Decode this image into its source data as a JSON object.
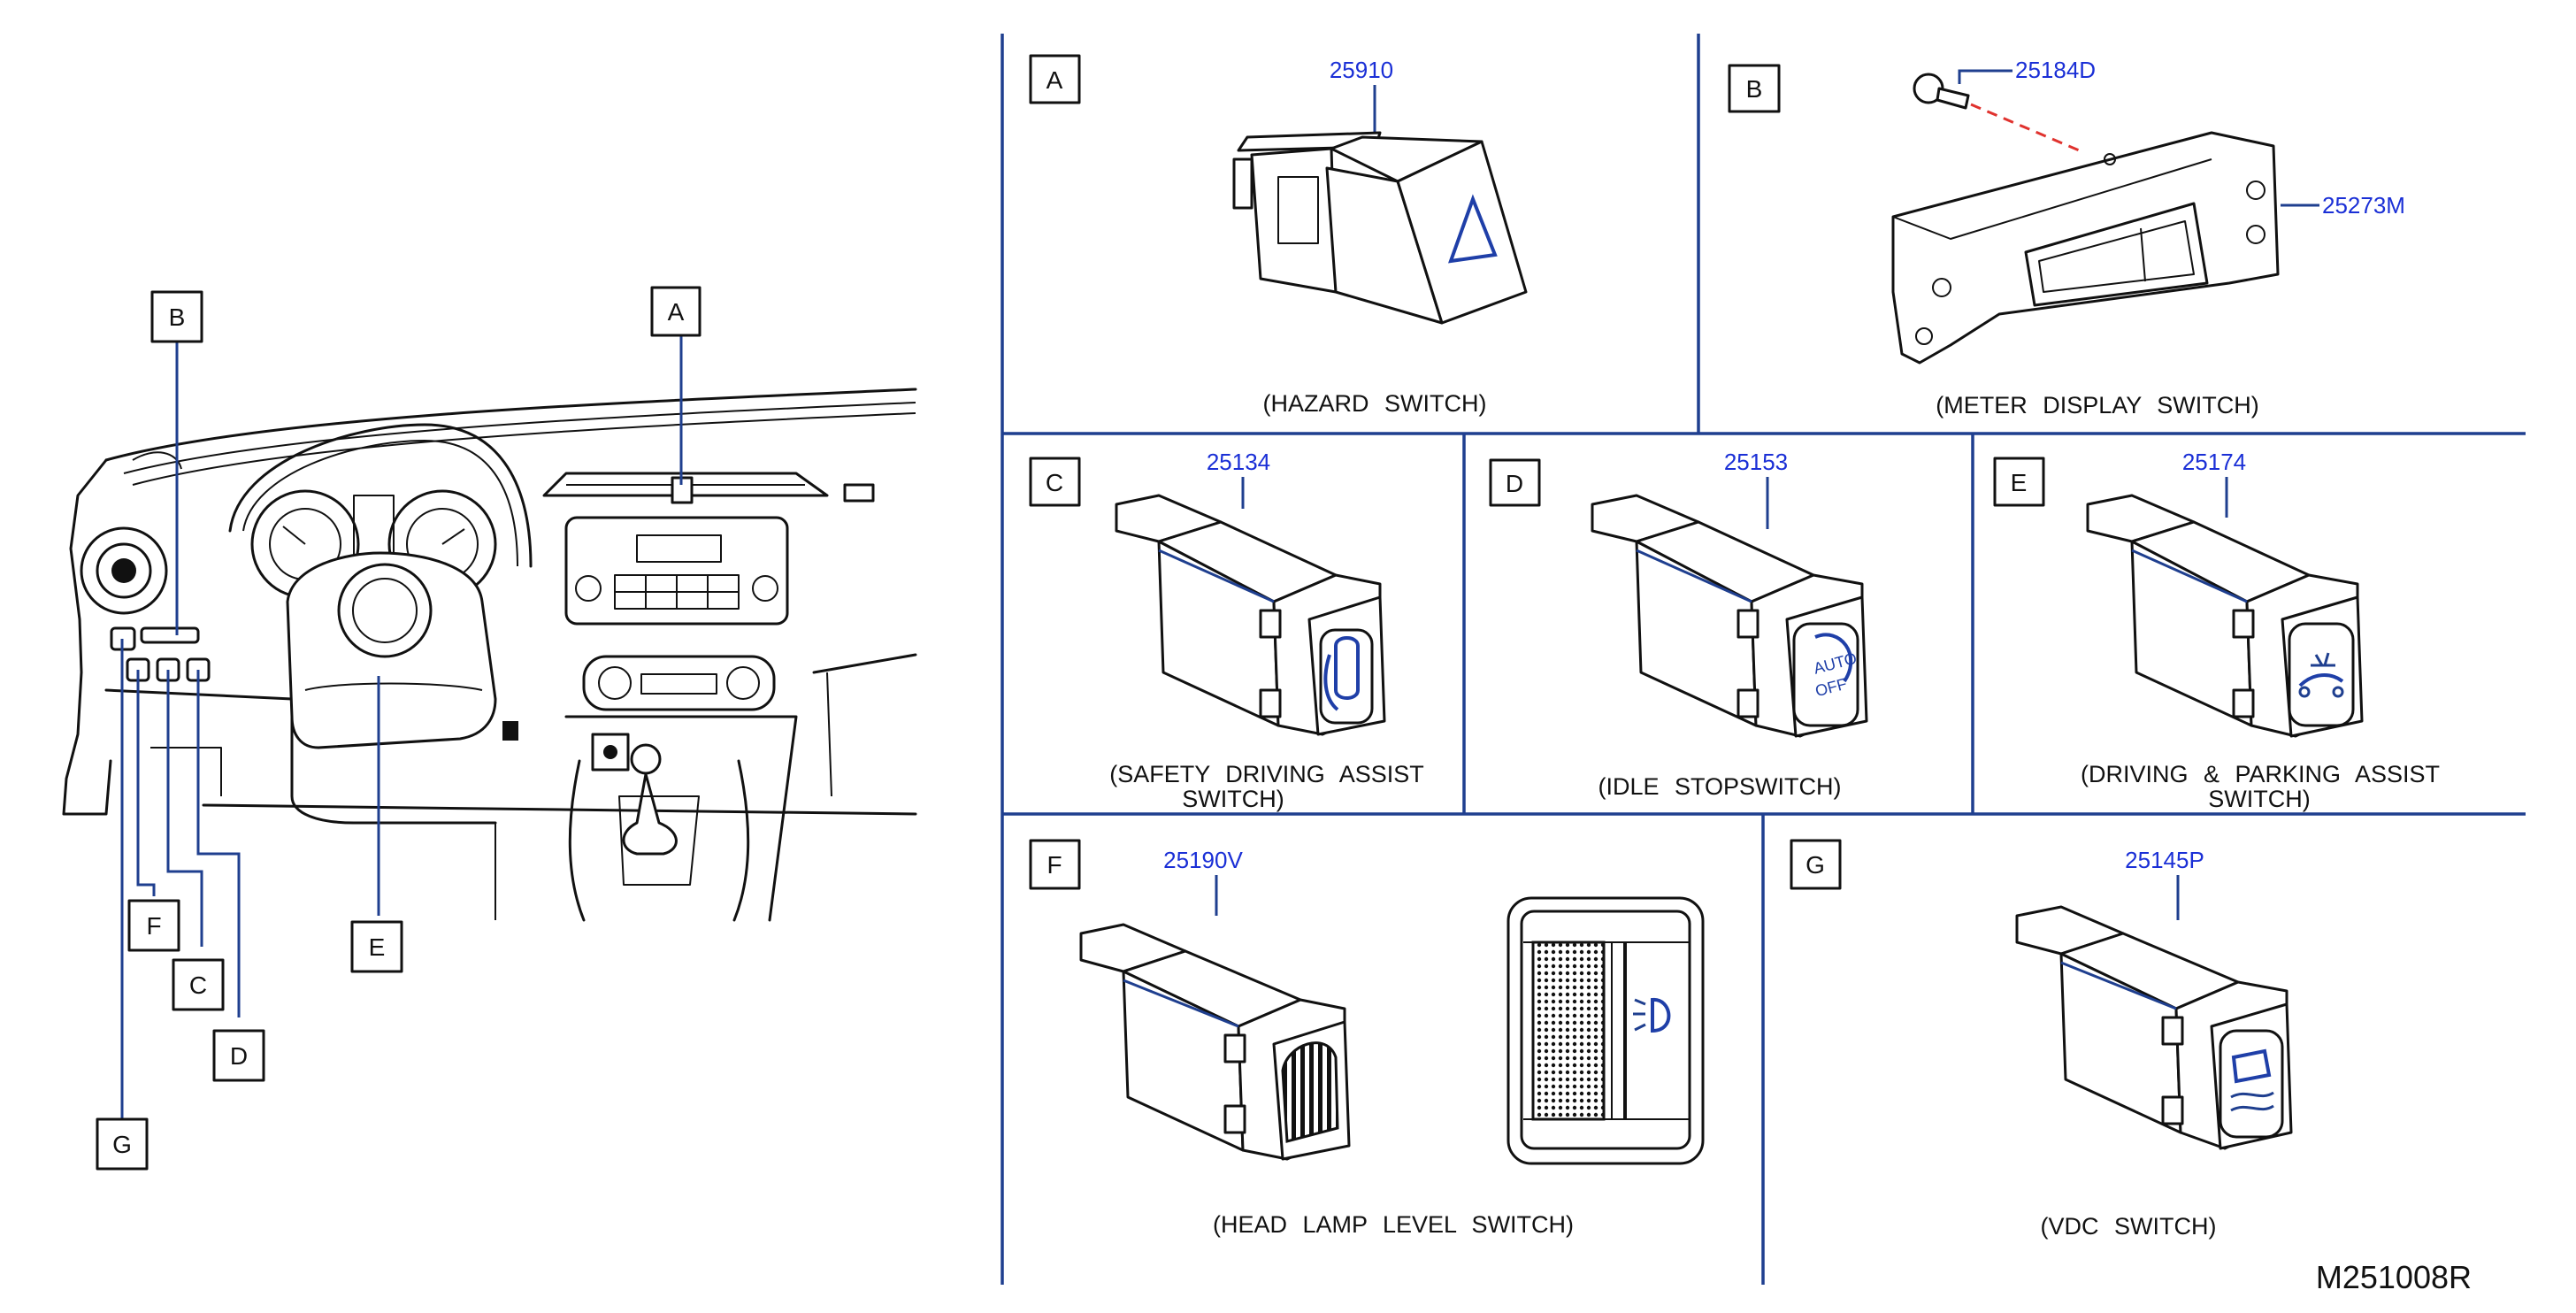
{
  "overview": {
    "callouts": [
      "A",
      "B",
      "C",
      "D",
      "E",
      "F",
      "G"
    ]
  },
  "panels": [
    {
      "id": "A",
      "part_numbers": [
        "25910"
      ],
      "caption": [
        "(HAZARD  SWITCH)"
      ]
    },
    {
      "id": "B",
      "part_numbers": [
        "25184D",
        "25273M"
      ],
      "caption": [
        "(METER  DISPLAY  SWITCH)"
      ]
    },
    {
      "id": "C",
      "part_numbers": [
        "25134"
      ],
      "caption": [
        "(SAFETY  DRIVING  ASSIST",
        "SWITCH)"
      ]
    },
    {
      "id": "D",
      "part_numbers": [
        "25153"
      ],
      "caption": [
        "(IDLE  STOPSWITCH)"
      ]
    },
    {
      "id": "E",
      "part_numbers": [
        "25174"
      ],
      "caption": [
        "(DRIVING  &  PARKING  ASSIST",
        "SWITCH)"
      ]
    },
    {
      "id": "F",
      "part_numbers": [
        "25190V"
      ],
      "caption": [
        "(HEAD  LAMP  LEVEL  SWITCH)"
      ]
    },
    {
      "id": "G",
      "part_numbers": [
        "25145P"
      ],
      "caption": [
        "(VDC  SWITCH)"
      ]
    }
  ],
  "switch_icon_text": {
    "idle_stop": [
      "AUTO",
      "OFF"
    ]
  },
  "diagram_ref": "M251008R",
  "colors": {
    "part_number": "#1a2fd6",
    "separator": "#1f3f8f",
    "ink": "#111111"
  }
}
